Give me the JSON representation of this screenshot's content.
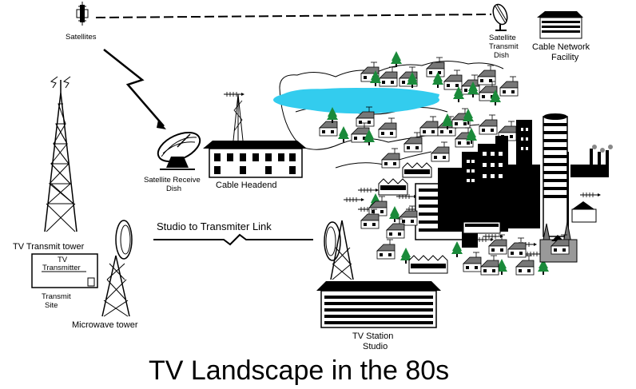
{
  "labels": {
    "satellites": "Satellites",
    "satellite_transmit_dish": [
      "Satellite",
      "Transmit",
      "Dish"
    ],
    "cable_network_facility": [
      "Cable Network",
      "Facility"
    ],
    "satellite_receive_dish": [
      "Satellite Receive",
      "Dish"
    ],
    "cable_headend": "Cable Headend",
    "tv_transmit_tower": "TV Transmit tower",
    "tv_transmitter": [
      "TV",
      "Transmitter"
    ],
    "transmit_site": [
      "Transmit",
      "Site"
    ],
    "microwave_tower": "Microwave tower",
    "studio_link": "Studio to Transmiter Link",
    "tv_station_studio": [
      "TV Station",
      "Studio"
    ],
    "title": "TV Landscape in the 80s"
  },
  "colors": {
    "lake": "#33ccee",
    "tree": "#1a8a3a",
    "ink": "#000000"
  }
}
